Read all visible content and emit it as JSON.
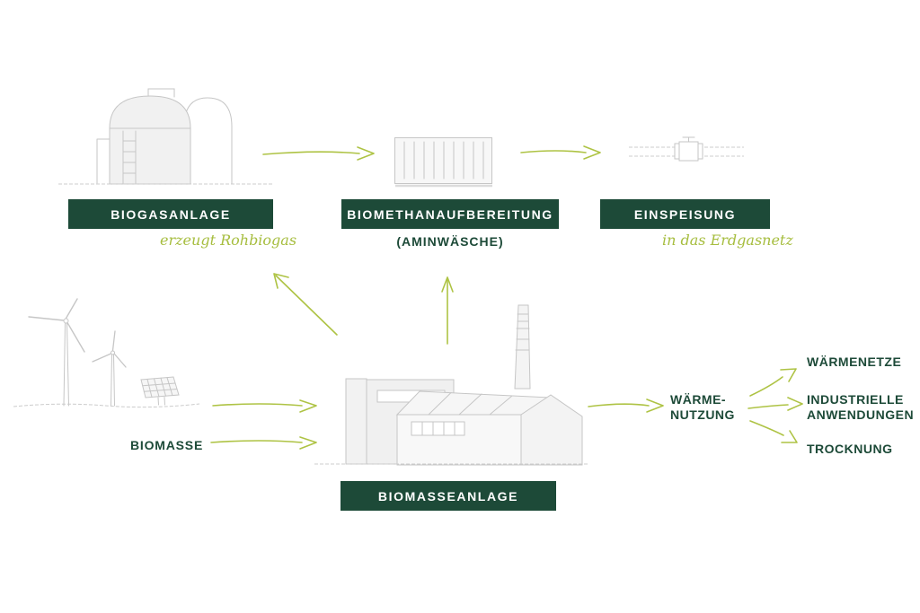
{
  "colors": {
    "brand_dark_green": "#1d4a38",
    "accent_light_green": "#aec344",
    "sketch_gray": "#c6c6c6",
    "background": "#ffffff"
  },
  "stations": {
    "biogas": {
      "label": "BIOGASANLAGE",
      "subtitle": "erzeugt Rohbiogas",
      "illustration": "biogas-plant-domes"
    },
    "upgrading": {
      "label": "BIOMETHANAUFBEREITUNG",
      "subtitle": "(AMINWÄSCHE)",
      "illustration": "container-unit"
    },
    "feed_in": {
      "label": "EINSPEISUNG",
      "subtitle": "in das Erdgasnetz",
      "illustration": "gas-pipeline-valve"
    },
    "biomass_input": {
      "label": "BIOMASSE",
      "illustration": "wind-turbines-solar-panel"
    },
    "biomass_plant": {
      "label": "BIOMASSEANLAGE",
      "illustration": "factory-with-chimney"
    }
  },
  "heat": {
    "hub_label": "WÄRME-\nNUTZUNG",
    "outputs": [
      "WÄRMENETZE",
      "INDUSTRIELLE\nANWENDUNGEN",
      "TROCKNUNG"
    ]
  },
  "flows": [
    "biogasanlage -> biomethanaufbereitung",
    "biomethanaufbereitung -> einspeisung",
    "biomasse -> biomasseanlage (oben)",
    "biomasse -> biomasseanlage (unten)",
    "biomasseanlage -> biogasanlage",
    "biomasseanlage -> biomethanaufbereitung",
    "biomasseanlage -> waermenutzung",
    "waermenutzung -> waermenetze",
    "waermenutzung -> industrielle anwendungen",
    "waermenutzung -> trocknung"
  ]
}
